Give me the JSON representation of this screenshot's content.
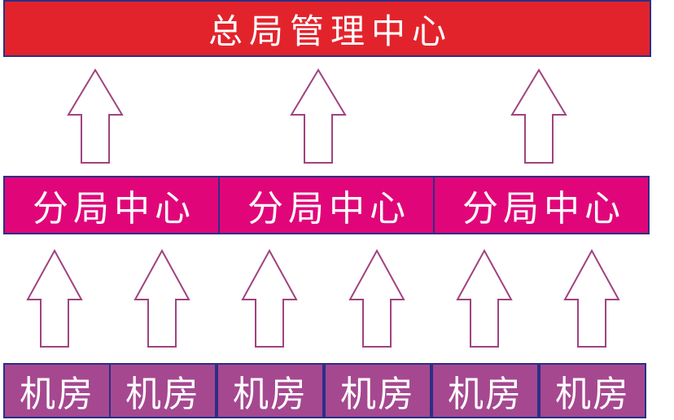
{
  "headquarters": {
    "label": "总局管理中心"
  },
  "branches": [
    {
      "label": "分局中心"
    },
    {
      "label": "分局中心"
    },
    {
      "label": "分局中心"
    }
  ],
  "rooms": [
    {
      "label": "机房"
    },
    {
      "label": "机房"
    },
    {
      "label": "机房"
    },
    {
      "label": "机房"
    },
    {
      "label": "机房"
    },
    {
      "label": "机房"
    }
  ],
  "colors": {
    "headquarters_fill": "#e3232c",
    "branch_fill": "#e0067a",
    "room_fill": "#a54890",
    "border": "#2b2f86",
    "arrow_outline": "#a0437f"
  },
  "icons": {
    "connector": "up-arrow-icon"
  }
}
